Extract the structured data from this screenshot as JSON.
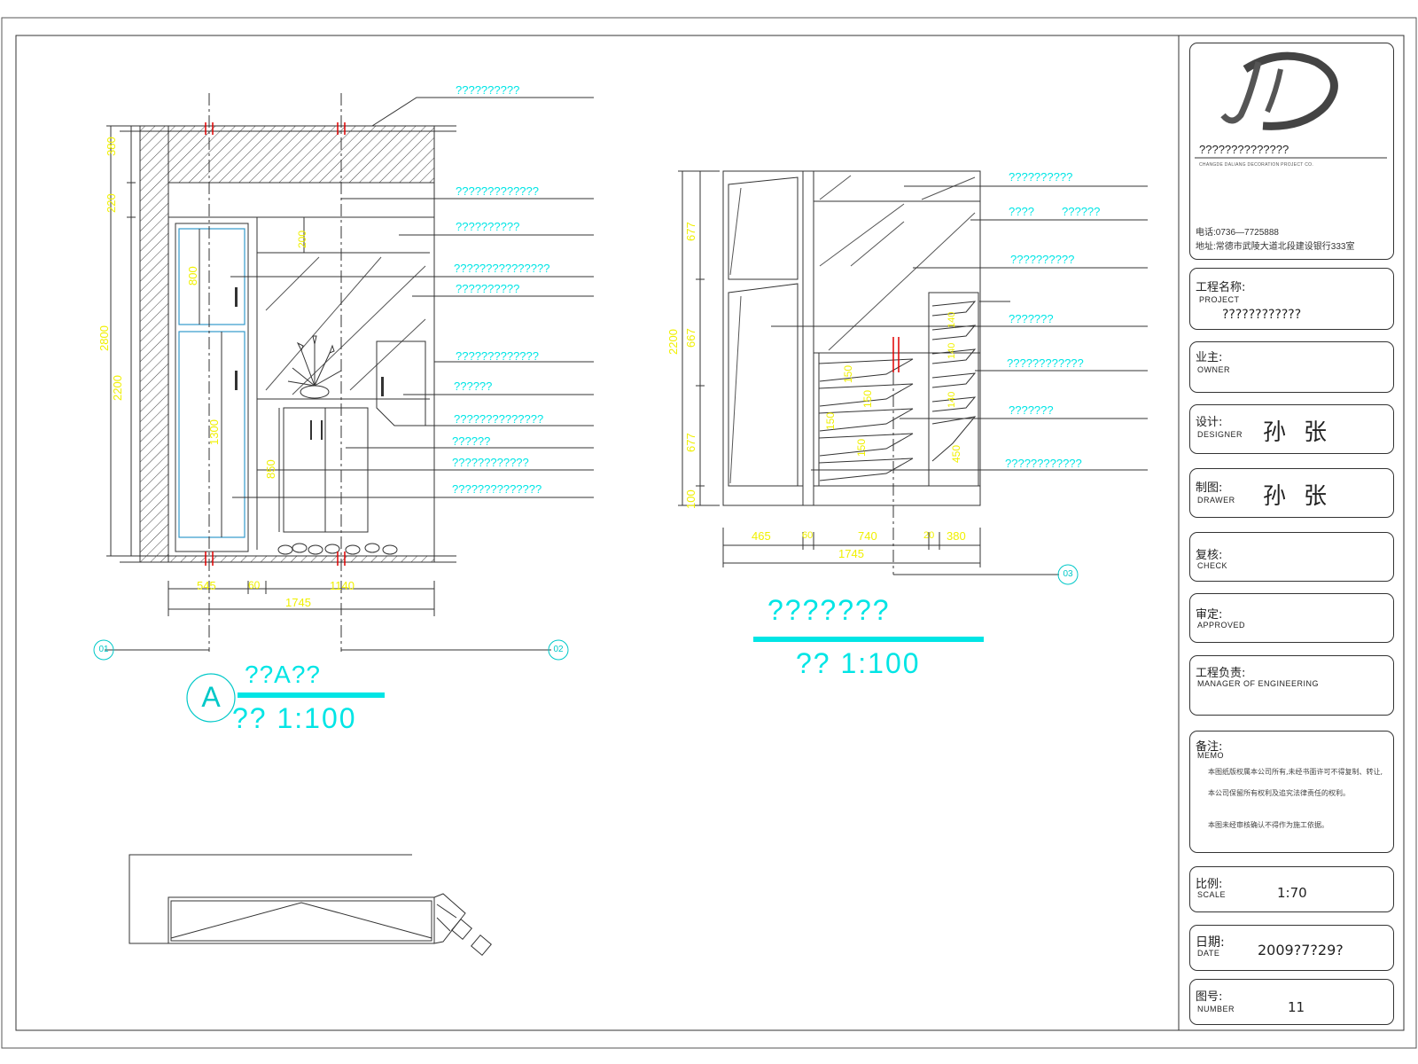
{
  "title_block": {
    "company_line": "??????????????",
    "company_sub": "CHANGDE DALIANG DECORATION PROJECT CO.",
    "phone": "电话:0736—7725888",
    "address": "地址:常德市武陵大道北段建设银行333室",
    "project": {
      "label": "工程名称:",
      "en": "PROJECT",
      "value": "????????????"
    },
    "owner": {
      "label": "业主:",
      "en": "OWNER"
    },
    "designer": {
      "label": "设计:",
      "en": "DESIGNER",
      "value": "孙张"
    },
    "drawer": {
      "label": "制图:",
      "en": "DRAWER",
      "value": "孙张"
    },
    "check": {
      "label": "复核:",
      "en": "CHECK"
    },
    "approved": {
      "label": "审定:",
      "en": "APPROVED"
    },
    "manager": {
      "label": "工程负责:",
      "en": "MANAGER OF ENGINEERING"
    },
    "memo": {
      "label": "备注:",
      "en": "MEMO",
      "line1": "本图纸版权属本公司所有,未经书面许可不得复制、转让,",
      "line2": "本公司保留所有权利及追究法律责任的权利。",
      "line3": "本图未经审核确认不得作为施工依据。"
    },
    "scale": {
      "label": "比例:",
      "en": "SCALE",
      "value": "1:70"
    },
    "date": {
      "label": "日期:",
      "en": "DATE",
      "value": "2009?7?29?"
    },
    "number": {
      "label": "图号:",
      "en": "NUMBER",
      "value": "11"
    }
  },
  "elevation_a": {
    "title": "??A??",
    "scale": "?? 1:100",
    "marker": "A",
    "callouts": [
      "??????????",
      "?????????????",
      "??????????",
      "???????????????",
      "??????????",
      "?????????????",
      "??????",
      "??????????????",
      "??????",
      "????????????",
      "??????????????"
    ],
    "dims_vertical": [
      "380",
      "220",
      "2800",
      "2200",
      "800",
      "1300",
      "850",
      "200"
    ],
    "dims_horizontal": [
      "545",
      "60",
      "1140",
      "1745"
    ],
    "section_markers": [
      "01",
      "02"
    ]
  },
  "elevation_b": {
    "title": "???????",
    "scale": "?? 1:100",
    "callouts": [
      "??????????",
      "????",
      "??????",
      "??????????",
      "???????",
      "????????????",
      "???????",
      "????????????"
    ],
    "dims_vertical": [
      "677",
      "2200",
      "667",
      "677",
      "100",
      "150",
      "150",
      "150",
      "150",
      "450",
      "140",
      "140",
      "140"
    ],
    "dims_horizontal": [
      "465",
      "60",
      "740",
      "20",
      "380",
      "1745"
    ],
    "section_marker": "03"
  },
  "colors": {
    "annotation": "#00e5e5",
    "dimension": "#f0f000",
    "line": "#333333",
    "section": "#e00000"
  }
}
